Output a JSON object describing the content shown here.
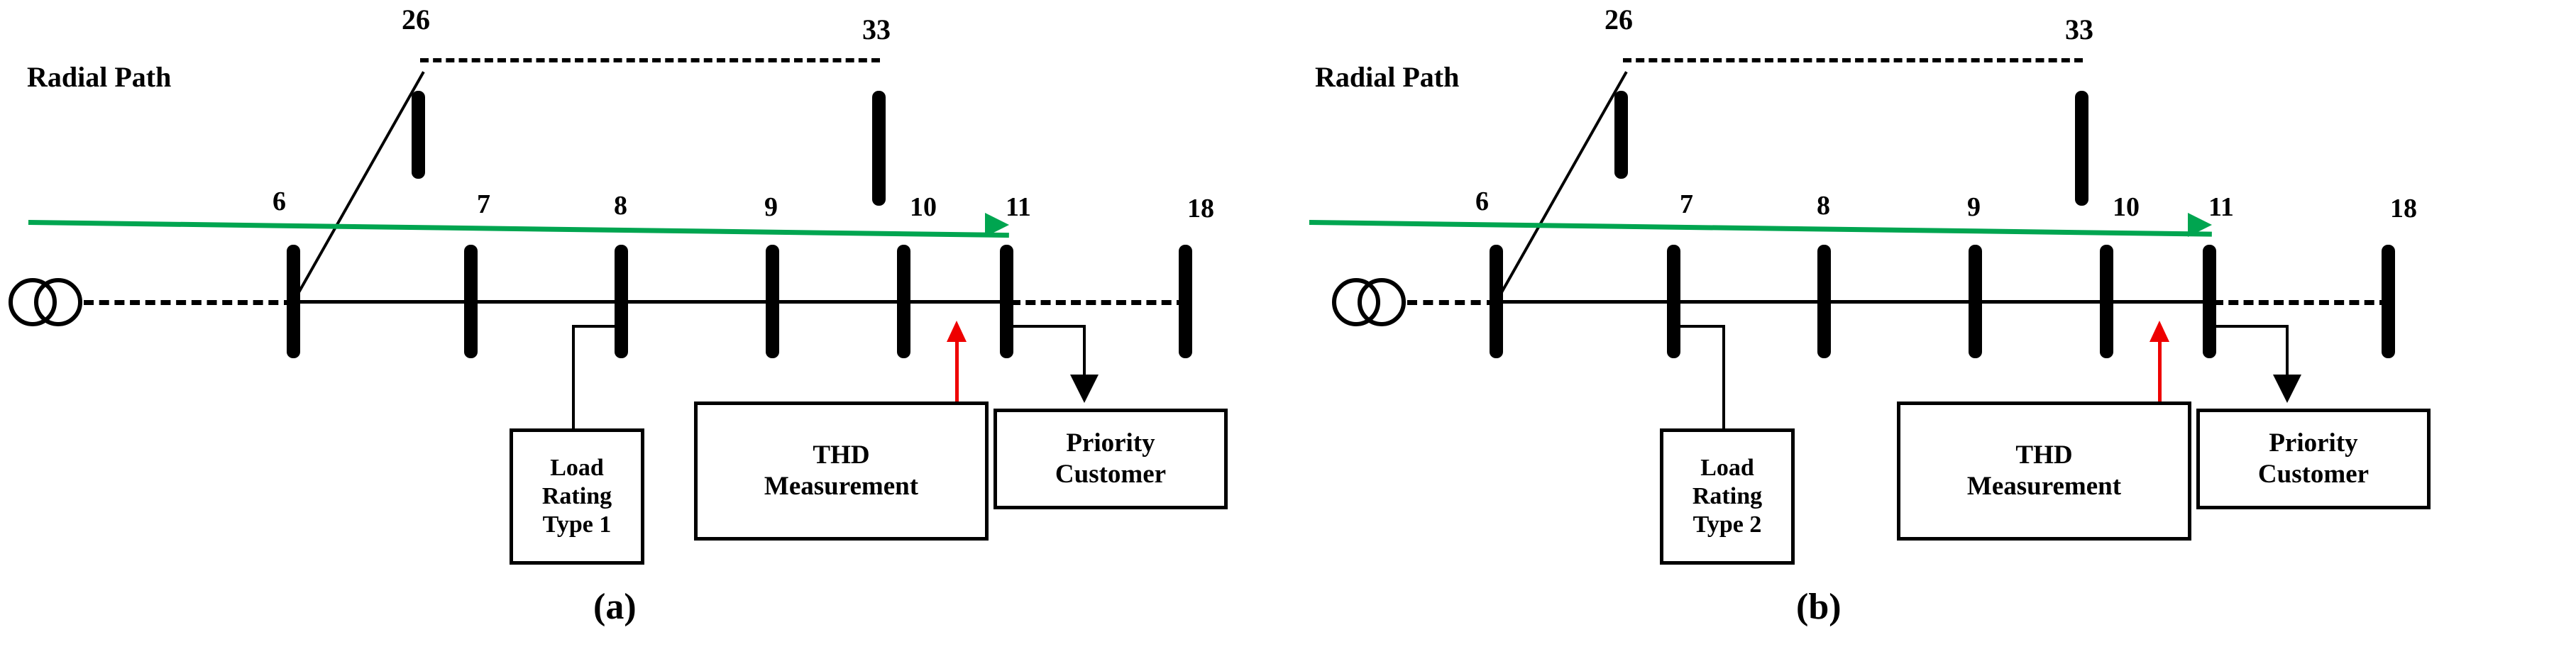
{
  "figure": {
    "type": "single-line-diagram",
    "colors": {
      "radial_path": "#00A550",
      "thd_arrow": "#EE0000",
      "line": "#000000",
      "background": "#FFFFFF"
    }
  },
  "panels": [
    {
      "caption": "(a)",
      "radial_path_label": "Radial Path",
      "top_bus_labels": [
        "26",
        "33"
      ],
      "bus_labels": [
        "6",
        "7",
        "8",
        "9",
        "10",
        "11",
        "18"
      ],
      "boxes": {
        "load_rating": {
          "lines": [
            "Load",
            "Rating",
            "Type 1"
          ],
          "connected_bus": "8"
        },
        "thd": {
          "lines": [
            "THD",
            "Measurement"
          ],
          "connected_bus": "10"
        },
        "priority": {
          "lines": [
            "Priority",
            "Customer"
          ],
          "connected_bus": "11"
        }
      }
    },
    {
      "caption": "(b)",
      "radial_path_label": "Radial Path",
      "top_bus_labels": [
        "26",
        "33"
      ],
      "bus_labels": [
        "6",
        "7",
        "8",
        "9",
        "10",
        "11",
        "18"
      ],
      "boxes": {
        "load_rating": {
          "lines": [
            "Load",
            "Rating",
            "Type 2"
          ],
          "connected_bus": "7"
        },
        "thd": {
          "lines": [
            "THD",
            "Measurement"
          ],
          "connected_bus": "10"
        },
        "priority": {
          "lines": [
            "Priority",
            "Customer"
          ],
          "connected_bus": "11"
        }
      }
    }
  ]
}
